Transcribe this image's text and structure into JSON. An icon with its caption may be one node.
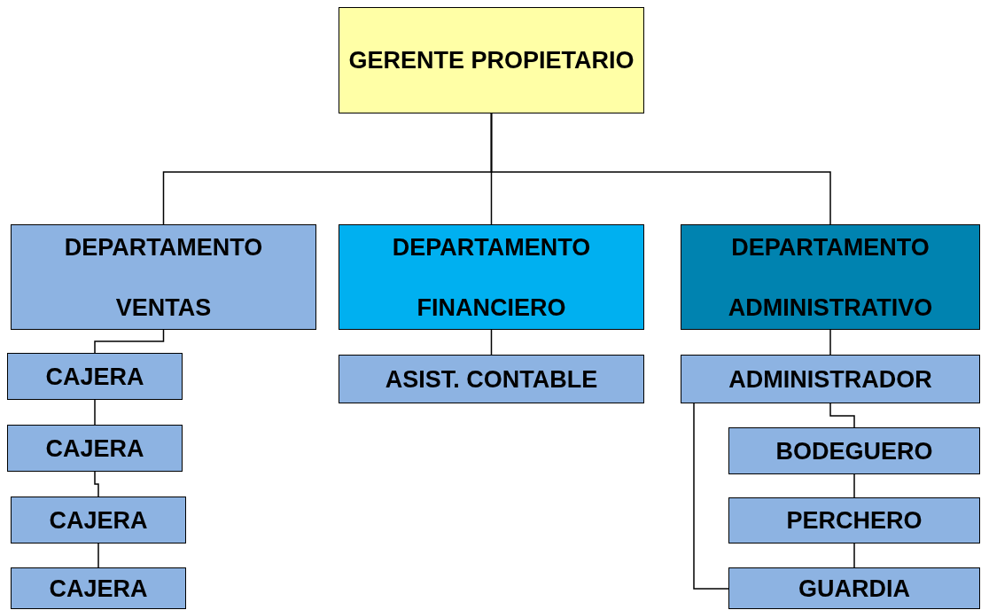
{
  "diagram": {
    "nodes": [
      {
        "text": [
          "GERENTE PROPIETARIO"
        ]
      },
      {
        "text": [
          "DEPARTAMENTO VENTAS"
        ]
      },
      {
        "text": [
          "DEPARTAMENTO FINANCIERO"
        ]
      },
      {
        "text": [
          "DEPARTAMENTO ADMINISTRATIVO"
        ]
      },
      {
        "text": [
          "CAJERA"
        ]
      },
      {
        "text": [
          "CAJERA"
        ]
      },
      {
        "text": [
          "CAJERA"
        ]
      },
      {
        "text": [
          "CAJERA"
        ]
      },
      {
        "text": [
          "ASIST. CONTABLE"
        ]
      },
      {
        "text": [
          "ADMINISTRADOR"
        ]
      },
      {
        "text": [
          "BODEGUERO"
        ]
      },
      {
        "text": [
          "PERCHERO"
        ]
      },
      {
        "text": [
          "GUARDIA"
        ]
      }
    ],
    "edges": [
      {
        "from": 0,
        "to": 1,
        "arrow": "none"
      },
      {
        "from": 0,
        "to": 2,
        "arrow": "none"
      },
      {
        "from": 0,
        "to": 3,
        "arrow": "none"
      },
      {
        "from": 1,
        "to": 4,
        "arrow": "none"
      },
      {
        "from": 4,
        "to": 5,
        "arrow": "none"
      },
      {
        "from": 5,
        "to": 6,
        "arrow": "none"
      },
      {
        "from": 6,
        "to": 7,
        "arrow": "none"
      },
      {
        "from": 2,
        "to": 8,
        "arrow": "none"
      },
      {
        "from": 3,
        "to": 9,
        "arrow": "none"
      },
      {
        "from": 9,
        "to": 10,
        "arrow": "none"
      },
      {
        "from": 10,
        "to": 11,
        "arrow": "none"
      },
      {
        "from": 11,
        "to": 12,
        "arrow": "none"
      },
      {
        "from": 9,
        "to": 12,
        "arrow": "none"
      }
    ]
  }
}
